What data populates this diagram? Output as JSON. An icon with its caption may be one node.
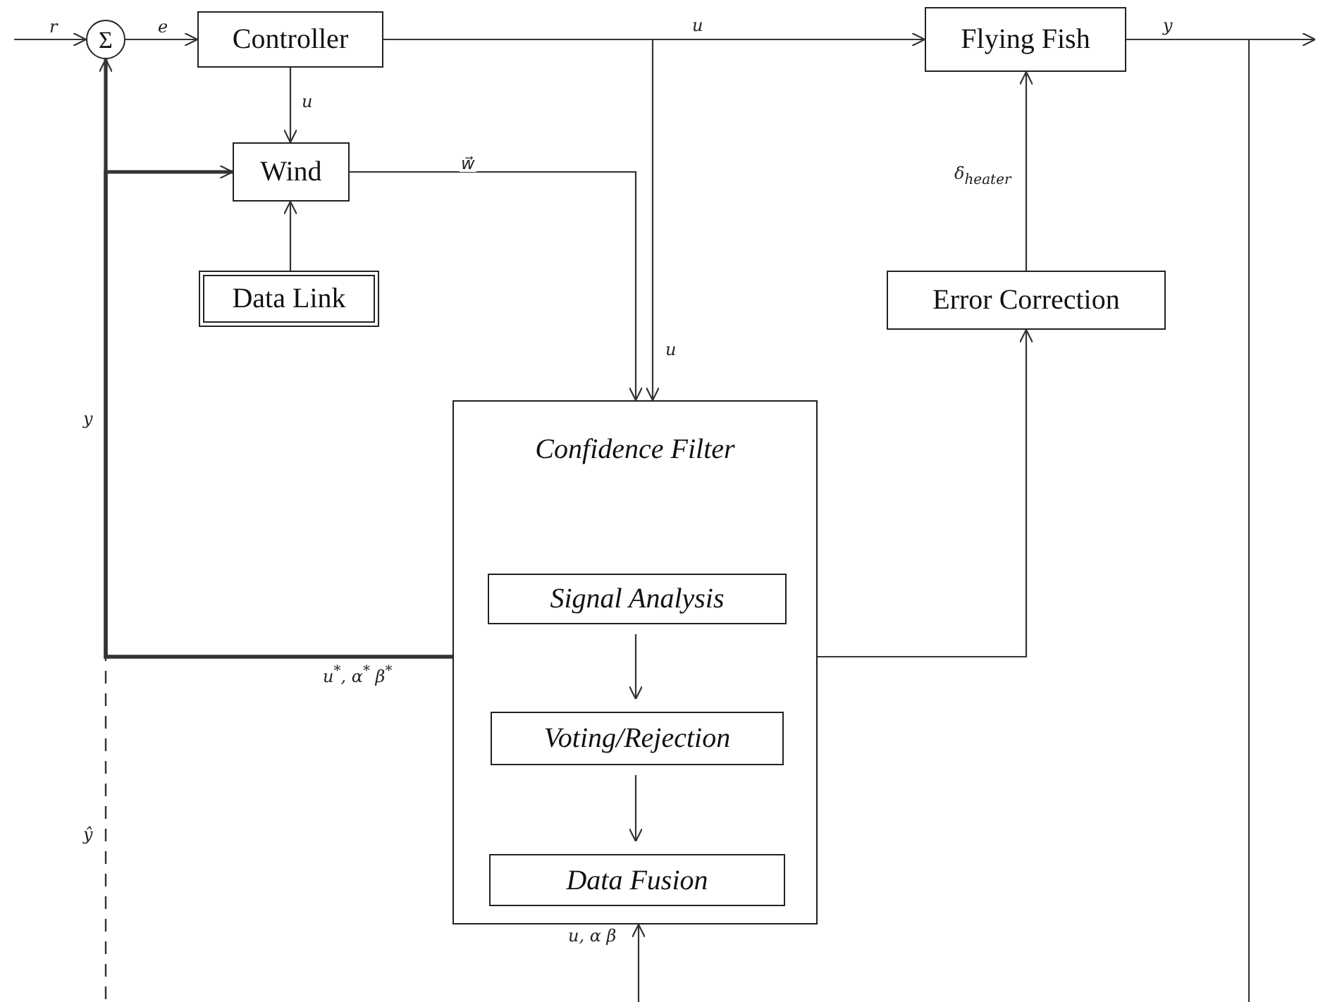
{
  "diagram": {
    "nodes": [
      {
        "text": [
          "Σ"
        ]
      },
      {
        "text": [
          "Controller"
        ]
      },
      {
        "text": [
          "Wind"
        ]
      },
      {
        "text": [
          "Data Link"
        ]
      },
      {
        "text": [
          "Flying Fish"
        ]
      },
      {
        "text": [
          "Error Correction"
        ]
      },
      {
        "text": [
          "Confidence Filter"
        ]
      },
      {
        "text": [
          "Signal Analysis"
        ],
        "in": 6
      },
      {
        "text": [
          "Voting/Rejection"
        ],
        "in": 6
      },
      {
        "text": [
          "Data Fusion"
        ],
        "in": 6
      }
    ],
    "edges": [
      {
        "from": null,
        "to": 0,
        "arrow": "to",
        "label": "r"
      },
      {
        "from": 0,
        "to": 1,
        "arrow": "to",
        "label": "e"
      },
      {
        "from": 1,
        "to": 4,
        "arrow": "to",
        "label": "u"
      },
      {
        "from": 1,
        "to": 2,
        "arrow": "to",
        "label": "u"
      },
      {
        "from": 3,
        "to": 2,
        "arrow": "to"
      },
      {
        "from": 2,
        "to": 6,
        "arrow": "to",
        "label": "w⃗"
      },
      {
        "from": 1,
        "to": 6,
        "arrow": "to",
        "label": "u"
      },
      {
        "from": 6,
        "to": 0,
        "arrow": "to",
        "label": "u$^{*}$, α$^{*}$ β$^{*}$",
        "style": "thick"
      },
      {
        "from": 6,
        "to": 2,
        "arrow": "to",
        "style": "thick"
      },
      {
        "from": 6,
        "to": 5,
        "arrow": "to"
      },
      {
        "from": 5,
        "to": 4,
        "arrow": "to",
        "label": "δ$_{heater}$"
      },
      {
        "from": 4,
        "to": null,
        "arrow": "to",
        "label": "y"
      },
      {
        "from": 4,
        "to": null,
        "arrow": "none"
      },
      {
        "from": null,
        "to": 6,
        "arrow": "to",
        "label": "u, α β"
      },
      {
        "from": 6,
        "to": null,
        "arrow": "none",
        "label": "ŷ",
        "style": "dashed"
      },
      {
        "from": 7,
        "to": 8,
        "arrow": "to"
      },
      {
        "from": 8,
        "to": 9,
        "arrow": "to"
      }
    ],
    "labels": [
      "y"
    ]
  }
}
